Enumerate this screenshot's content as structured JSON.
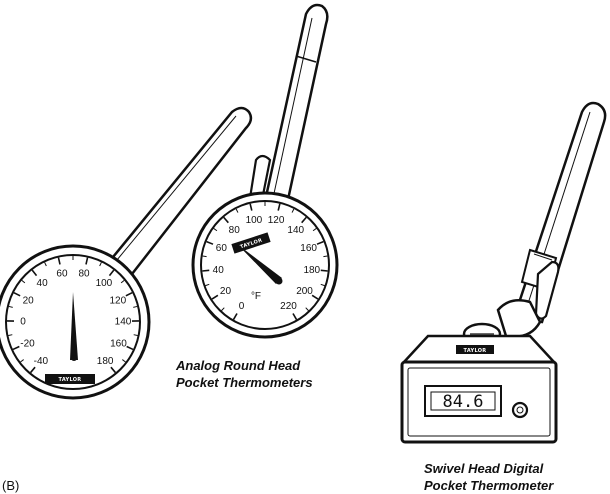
{
  "panel_label": "(B)",
  "captions": {
    "analog_line1": "Analog Round Head",
    "analog_line2": "Pocket Thermometers",
    "digital_line1": "Swivel Head Digital",
    "digital_line2": "Pocket Thermometer"
  },
  "left_dial": {
    "labels": [
      "-40",
      "-20",
      "0",
      "20",
      "40",
      "60",
      "80",
      "100",
      "120",
      "140",
      "160",
      "180"
    ],
    "brand": "TAYLOR"
  },
  "middle_dial": {
    "labels": [
      "0",
      "20",
      "40",
      "60",
      "80",
      "100",
      "120",
      "140",
      "160",
      "180",
      "200",
      "220"
    ],
    "unit": "°F",
    "brand": "TAYLOR"
  },
  "digital": {
    "reading": "84.6",
    "brand": "TAYLOR"
  }
}
